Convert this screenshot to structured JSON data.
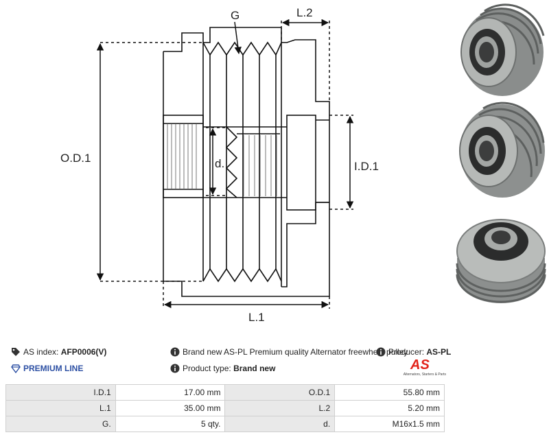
{
  "drawing": {
    "labels": {
      "g": "G",
      "l2": "L.2",
      "od1": "O.D.1",
      "id1": "I.D.1",
      "d": "d.",
      "l1": "L.1"
    }
  },
  "info": {
    "index_label": "AS index:",
    "index_value": "AFP0006(V)",
    "premium": "PREMIUM LINE",
    "description": "Brand new AS-PL Premium quality Alternator freewheel pulley",
    "producer_label": "Producer:",
    "producer_value": "AS-PL",
    "type_label": "Product type:",
    "type_value": "Brand new"
  },
  "logo": {
    "mark": "AS",
    "tagline": "Alternators, Starters & Parts",
    "color": "#e2231a"
  },
  "specs": [
    {
      "l1": "I.D.1",
      "v1": "17.00 mm",
      "l2": "O.D.1",
      "v2": "55.80 mm"
    },
    {
      "l1": "L.1",
      "v1": "35.00 mm",
      "l2": "L.2",
      "v2": "5.20 mm"
    },
    {
      "l1": "G.",
      "v1": "5 qty.",
      "l2": "d.",
      "v2": "M16x1.5 mm"
    }
  ]
}
